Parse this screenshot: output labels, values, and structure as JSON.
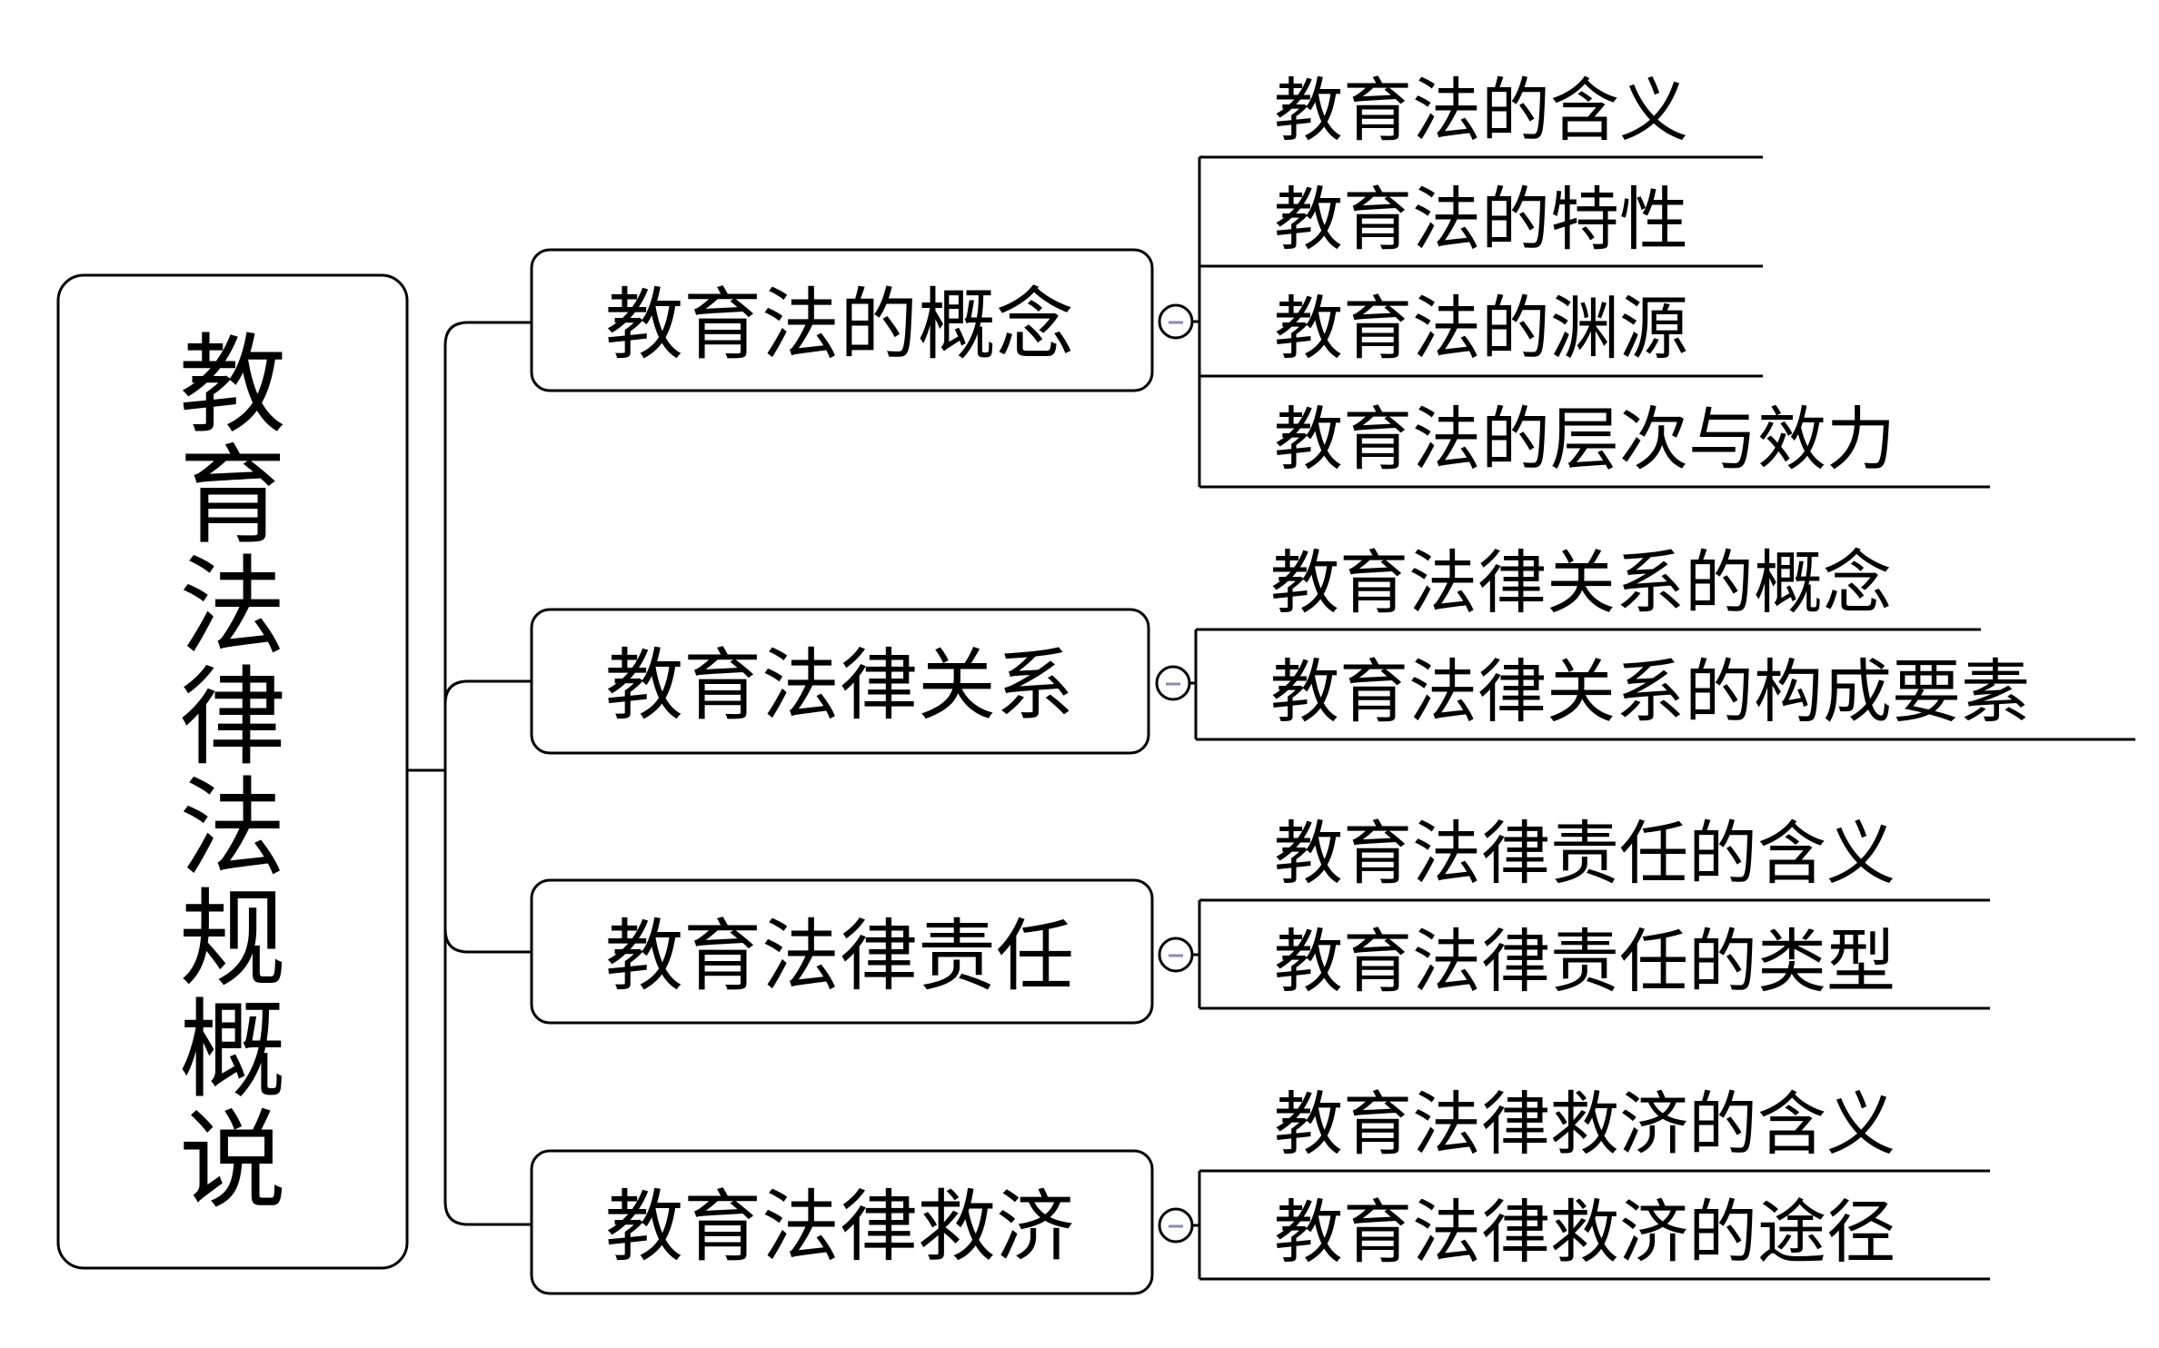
{
  "root": {
    "label": "教育法律法规概说"
  },
  "branches": [
    {
      "label": "教育法的概念",
      "collapse_symbol": "minus",
      "children": [
        "教育法的含义",
        "教育法的特性",
        "教育法的渊源",
        "教育法的层次与效力"
      ]
    },
    {
      "label": "教育法律关系",
      "collapse_symbol": "minus",
      "children": [
        "教育法律关系的概念",
        "教育法律关系的构成要素"
      ]
    },
    {
      "label": "教育法律责任",
      "collapse_symbol": "minus",
      "children": [
        "教育法律责任的含义",
        "教育法律责任的类型"
      ]
    },
    {
      "label": "教育法律救济",
      "collapse_symbol": "minus",
      "children": [
        "教育法律救济的含义",
        "教育法律救济的途径"
      ]
    }
  ],
  "colors": {
    "line": "#000000",
    "toggle_dash": "#8a8ab8",
    "background": "#ffffff"
  }
}
